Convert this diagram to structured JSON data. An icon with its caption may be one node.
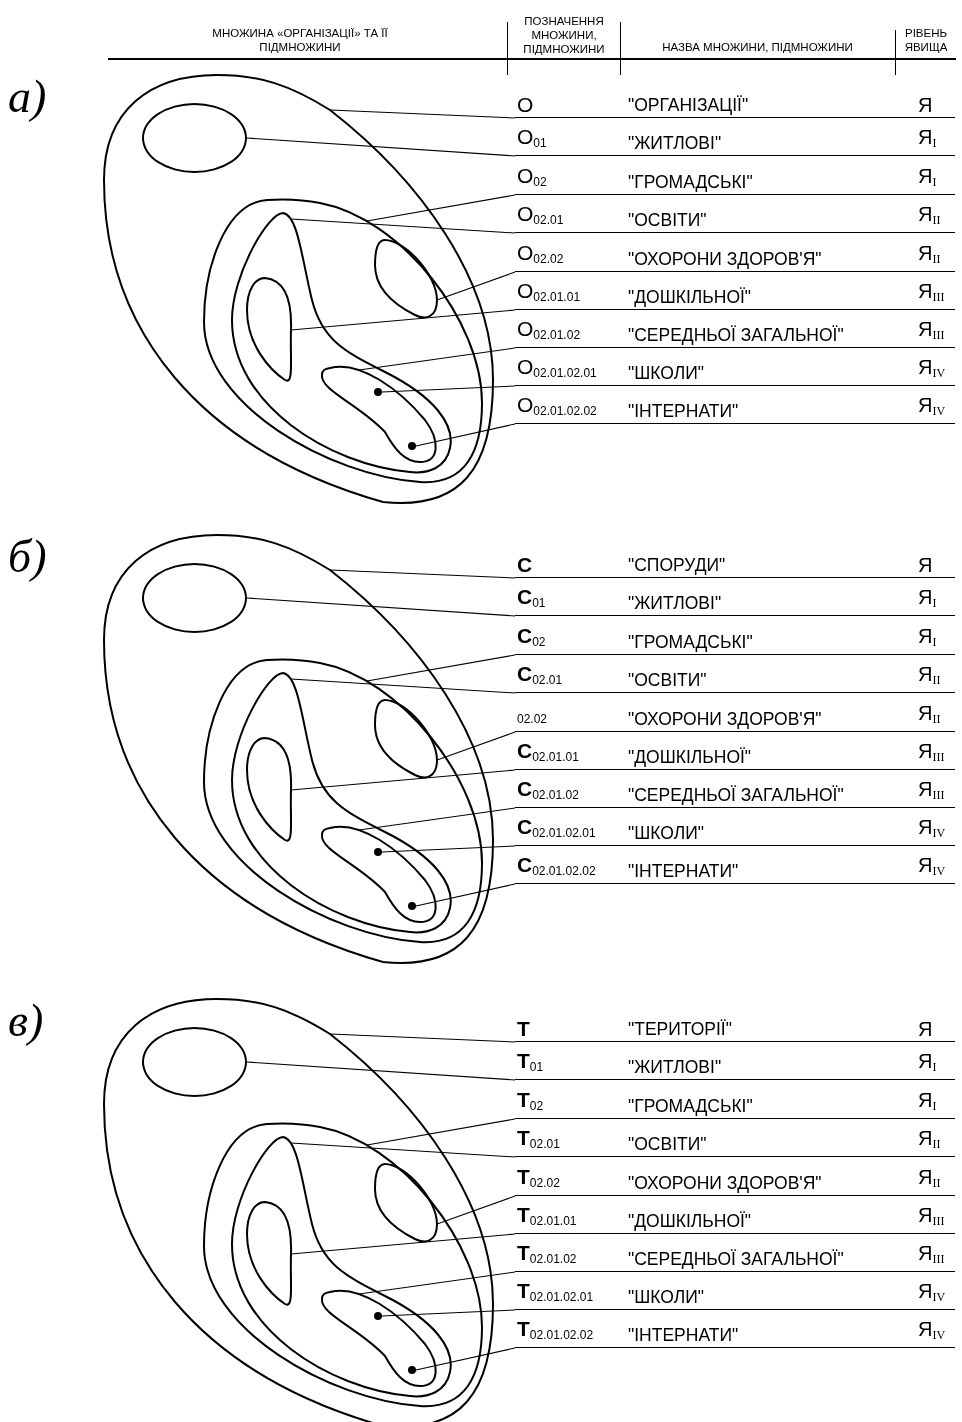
{
  "diagram": {
    "nodes": [
      {
        "text": [],
        "shape": "blob"
      },
      {
        "text": [],
        "shape": "oval",
        "in": 0
      },
      {
        "text": [],
        "shape": "blob",
        "in": 0
      },
      {
        "text": [],
        "shape": "blob",
        "in": 2
      },
      {
        "text": [],
        "shape": "blob",
        "in": 2
      },
      {
        "text": [],
        "shape": "blob",
        "in": 3
      },
      {
        "text": [],
        "shape": "blob",
        "in": 3
      },
      {
        "text": [],
        "shape": "dot",
        "in": 6
      },
      {
        "text": [],
        "shape": "dot",
        "in": 6
      },
      {
        "text": [
          "О",
          "\"ОРГАНІЗАЦІЇ\"",
          "Я"
        ]
      },
      {
        "text": [
          "О$_{01}$",
          "\"ЖИТЛОВІ\"",
          "Я$_{I}$"
        ]
      },
      {
        "text": [
          "О$_{02}$",
          "\"ГРОМАДСЬКІ\"",
          "Я$_{I}$"
        ]
      },
      {
        "text": [
          "О$_{02.01}$",
          "\"ОСВІТИ\"",
          "Я$_{II}$"
        ]
      },
      {
        "text": [
          "О$_{02.02}$",
          "\"ОХОРОНИ ЗДОРОВ'Я\"",
          "Я$_{II}$"
        ]
      },
      {
        "text": [
          "О$_{02.01.01}$",
          "\"ДОШКІЛЬНОЇ\"",
          "Я$_{III}$"
        ]
      },
      {
        "text": [
          "О$_{02.01.02}$",
          "\"СЕРЕДНЬОЇ ЗАГАЛЬНОЇ\"",
          "Я$_{III}$"
        ]
      },
      {
        "text": [
          "О$_{02.01.02.01}$",
          "\"ШКОЛИ\"",
          "Я$_{IV}$"
        ]
      },
      {
        "text": [
          "О$_{02.01.02.02}$",
          "\"ІНТЕРНАТИ\"",
          "Я$_{IV}$"
        ]
      },
      {
        "text": [],
        "shape": "blob"
      },
      {
        "text": [],
        "shape": "oval",
        "in": 18
      },
      {
        "text": [],
        "shape": "blob",
        "in": 18
      },
      {
        "text": [],
        "shape": "blob",
        "in": 20
      },
      {
        "text": [],
        "shape": "blob",
        "in": 20
      },
      {
        "text": [],
        "shape": "blob",
        "in": 21
      },
      {
        "text": [],
        "shape": "blob",
        "in": 21
      },
      {
        "text": [],
        "shape": "dot",
        "in": 24
      },
      {
        "text": [],
        "shape": "dot",
        "in": 24
      },
      {
        "text": [
          "**С**",
          "\"СПОРУДИ\"",
          "Я"
        ]
      },
      {
        "text": [
          "**С**$_{01}$",
          "\"ЖИТЛОВІ\"",
          "Я$_{I}$"
        ]
      },
      {
        "text": [
          "**С**$_{02}$",
          "\"ГРОМАДСЬКІ\"",
          "Я$_{I}$"
        ]
      },
      {
        "text": [
          "**С**$_{02.01}$",
          "\"ОСВІТИ\"",
          "Я$_{II}$"
        ]
      },
      {
        "text": [
          "$_{02.02}$",
          "\"ОХОРОНИ ЗДОРОВ'Я\"",
          "Я$_{II}$"
        ]
      },
      {
        "text": [
          "**С**$_{02.01.01}$",
          "\"ДОШКІЛЬНОЇ\"",
          "Я$_{III}$"
        ]
      },
      {
        "text": [
          "**С**$_{02.01.02}$",
          "\"СЕРЕДНЬОЇ ЗАГАЛЬНОЇ\"",
          "Я$_{III}$"
        ]
      },
      {
        "text": [
          "**С**$_{02.01.02.01}$",
          "\"ШКОЛИ\"",
          "Я$_{IV}$"
        ]
      },
      {
        "text": [
          "**С**$_{02.01.02.02}$",
          "\"ІНТЕРНАТИ\"",
          "Я$_{IV}$"
        ]
      },
      {
        "text": [],
        "shape": "blob"
      },
      {
        "text": [],
        "shape": "oval",
        "in": 36
      },
      {
        "text": [],
        "shape": "blob",
        "in": 36
      },
      {
        "text": [],
        "shape": "blob",
        "in": 38
      },
      {
        "text": [],
        "shape": "blob",
        "in": 38
      },
      {
        "text": [],
        "shape": "blob",
        "in": 39
      },
      {
        "text": [],
        "shape": "blob",
        "in": 39
      },
      {
        "text": [],
        "shape": "dot",
        "in": 42
      },
      {
        "text": [],
        "shape": "dot",
        "in": 42
      },
      {
        "text": [
          "**Т**",
          "\"ТЕРИТОРІЇ\"",
          "Я"
        ]
      },
      {
        "text": [
          "**Т**$_{01}$",
          "\"ЖИТЛОВІ\"",
          "Я$_{I}$"
        ]
      },
      {
        "text": [
          "**Т**$_{02}$",
          "\"ГРОМАДСЬКІ\"",
          "Я$_{I}$"
        ]
      },
      {
        "text": [
          "**Т**$_{02.01}$",
          "\"ОСВІТИ\"",
          "Я$_{II}$"
        ]
      },
      {
        "text": [
          "**Т**$_{02.02}$",
          "\"ОХОРОНИ ЗДОРОВ'Я\"",
          "Я$_{II}$"
        ]
      },
      {
        "text": [
          "**Т**$_{02.01.01}$",
          "\"ДОШКІЛЬНОЇ\"",
          "Я$_{III}$"
        ]
      },
      {
        "text": [
          "**Т**$_{02.01.02}$",
          "\"СЕРЕДНЬОЇ ЗАГАЛЬНОЇ\"",
          "Я$_{III}$"
        ]
      },
      {
        "text": [
          "**Т**$_{02.01.02.01}$",
          "\"ШКОЛИ\"",
          "Я$_{IV}$"
        ]
      },
      {
        "text": [
          "**Т**$_{02.01.02.02}$",
          "\"ІНТЕРНАТИ\"",
          "Я$_{IV}$"
        ]
      }
    ],
    "edges": [
      {
        "from": 9,
        "to": 0,
        "arrow": "none"
      },
      {
        "from": 10,
        "to": 1,
        "arrow": "none"
      },
      {
        "from": 11,
        "to": 2,
        "arrow": "none"
      },
      {
        "from": 12,
        "to": 3,
        "arrow": "none"
      },
      {
        "from": 13,
        "to": 4,
        "arrow": "none"
      },
      {
        "from": 14,
        "to": 5,
        "arrow": "none"
      },
      {
        "from": 15,
        "to": 6,
        "arrow": "none"
      },
      {
        "from": 16,
        "to": 7,
        "arrow": "none"
      },
      {
        "from": 17,
        "to": 8,
        "arrow": "none"
      },
      {
        "from": 27,
        "to": 18,
        "arrow": "none"
      },
      {
        "from": 28,
        "to": 19,
        "arrow": "none"
      },
      {
        "from": 29,
        "to": 20,
        "arrow": "none"
      },
      {
        "from": 30,
        "to": 21,
        "arrow": "none"
      },
      {
        "from": 31,
        "to": 22,
        "arrow": "none"
      },
      {
        "from": 32,
        "to": 23,
        "arrow": "none"
      },
      {
        "from": 33,
        "to": 24,
        "arrow": "none"
      },
      {
        "from": 34,
        "to": 25,
        "arrow": "none"
      },
      {
        "from": 35,
        "to": 26,
        "arrow": "none"
      },
      {
        "from": 45,
        "to": 36,
        "arrow": "none"
      },
      {
        "from": 46,
        "to": 37,
        "arrow": "none"
      },
      {
        "from": 47,
        "to": 38,
        "arrow": "none"
      },
      {
        "from": 48,
        "to": 39,
        "arrow": "none"
      },
      {
        "from": 49,
        "to": 40,
        "arrow": "none"
      },
      {
        "from": 50,
        "to": 41,
        "arrow": "none"
      },
      {
        "from": 51,
        "to": 42,
        "arrow": "none"
      },
      {
        "from": 52,
        "to": 43,
        "arrow": "none"
      },
      {
        "from": 53,
        "to": 44,
        "arrow": "none"
      }
    ],
    "labels": [
      "МНОЖИНА «ОРГАНІЗАЦІЇ» ТА ЇЇ ПІДМНОЖИНИ",
      "ПОЗНАЧЕННЯ МНОЖИНИ, ПІДМНОЖИНИ",
      "НАЗВА МНОЖИНИ, ПІДМНОЖИНИ",
      "РІВЕНЬ ЯВИЩА",
      "а)",
      "б)",
      "в)"
    ]
  }
}
